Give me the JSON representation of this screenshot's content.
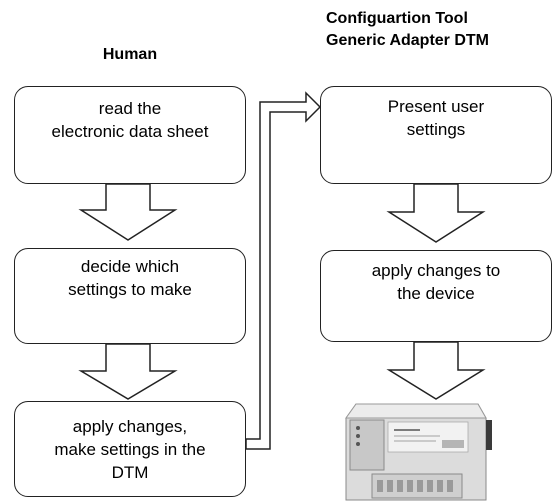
{
  "headers": {
    "human": "Human",
    "tool_line1": "Configuartion Tool",
    "tool_line2": "Generic Adapter DTM"
  },
  "human_steps": [
    "read the\nelectronic data sheet",
    "decide which\nsettings to make",
    "apply changes,\nmake settings in the\nDTM"
  ],
  "tool_steps": [
    "Present user\nsettings",
    "apply changes to\nthe device"
  ],
  "device": {
    "icon": "network-adapter-device-icon"
  }
}
